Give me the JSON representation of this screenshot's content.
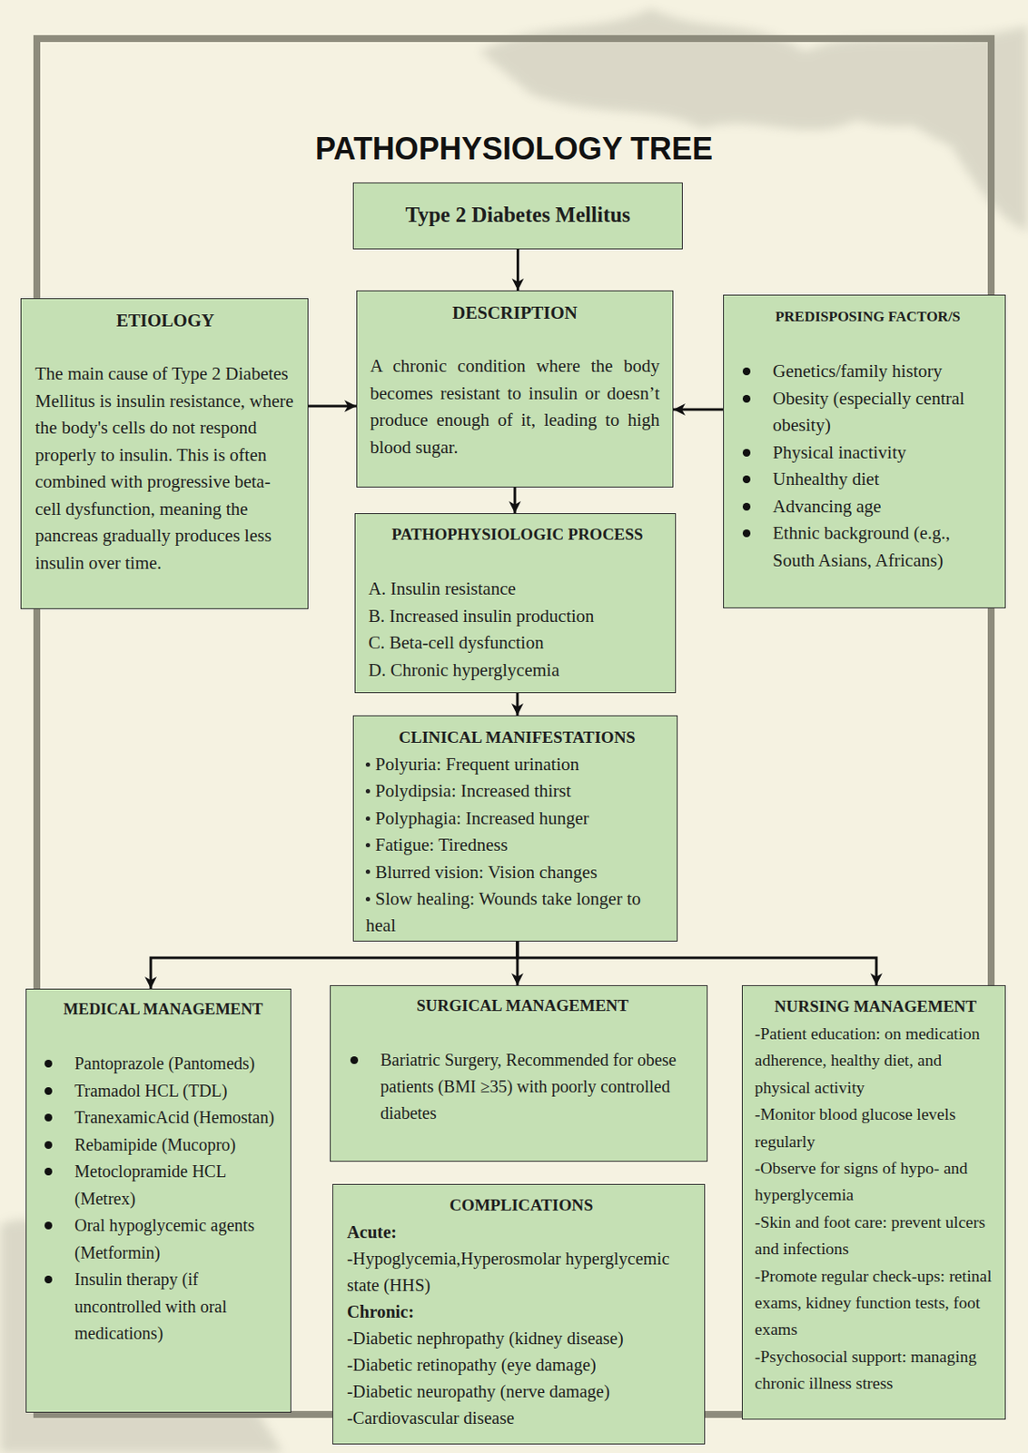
{
  "diagram": {
    "title": "PATHOPHYSIOLOGY TREE",
    "nodes": [
      {
        "text": [
          "Type 2 Diabetes Mellitus"
        ]
      },
      {
        "text": [
          "ETIOLOGY",
          "The main cause of Type 2 Diabetes Mellitus is insulin resistance, where the body's cells do not respond properly to insulin. This is often combined with progressive beta-cell dysfunction, meaning the pancreas gradually produces less insulin over time."
        ]
      },
      {
        "text": [
          "DESCRIPTION",
          "A chronic condition where the body becomes resistant to insulin or doesn’t produce enough of it, leading to high blood sugar."
        ]
      },
      {
        "text": [
          "PREDISPOSING FACTOR/S",
          "Genetics/family history",
          "Obesity (especially central obesity)",
          "Physical inactivity",
          "Unhealthy diet",
          "Advancing age",
          "Ethnic background (e.g., South Asians, Africans)"
        ]
      },
      {
        "text": [
          "PATHOPHYSIOLOGIC PROCESS",
          "A. Insulin resistance",
          "B. Increased insulin production",
          "C. Beta-cell dysfunction",
          "D. Chronic hyperglycemia"
        ]
      },
      {
        "text": [
          "CLINICAL MANIFESTATIONS",
          "Polyuria: Frequent urination",
          "Polydipsia: Increased thirst",
          "Polyphagia: Increased hunger",
          "Fatigue: Tiredness",
          "Blurred vision: Vision changes",
          "Slow healing: Wounds take longer to heal"
        ]
      },
      {
        "text": [
          "MEDICAL MANAGEMENT",
          "Pantoprazole (Pantomeds)",
          "Tramadol HCL (TDL)",
          "TranexamicAcid (Hemostan)",
          "Rebamipide (Mucopro)",
          "Metoclopramide HCL (Metrex)",
          "Oral hypoglycemic agents (Metformin)",
          "Insulin therapy (if uncontrolled with oral medications)"
        ]
      },
      {
        "text": [
          "SURGICAL MANAGEMENT",
          "Bariatric Surgery, Recommended for obese patients (BMI ≥35) with poorly controlled diabetes"
        ]
      },
      {
        "text": [
          "NURSING MANAGEMENT",
          "-Patient education: on medication adherence, healthy diet, and physical activity",
          "-Monitor blood glucose levels regularly",
          "-Observe for signs of hypo- and hyperglycemia",
          "-Skin and foot care: prevent ulcers and infections",
          "-Promote regular check-ups: retinal exams, kidney function tests, foot exams",
          "-Psychosocial support: managing chronic illness stress"
        ]
      },
      {
        "text": [
          "COMPLICATIONS",
          "Acute:",
          "-Hypoglycemia,Hyperosmolar hyperglycemic state (HHS)",
          "Chronic:",
          "-Diabetic nephropathy (kidney disease)",
          "-Diabetic retinopathy (eye damage)",
          "-Diabetic neuropathy (nerve damage)",
          "-Cardiovascular disease"
        ]
      }
    ],
    "edges": [
      {
        "from": 0,
        "to": 2,
        "arrow": "to"
      },
      {
        "from": 1,
        "to": 2,
        "arrow": "to"
      },
      {
        "from": 3,
        "to": 2,
        "arrow": "to"
      },
      {
        "from": 2,
        "to": 4,
        "arrow": "to"
      },
      {
        "from": 4,
        "to": 5,
        "arrow": "to"
      },
      {
        "from": 5,
        "to": 6,
        "arrow": "to"
      },
      {
        "from": 5,
        "to": 7,
        "arrow": "to"
      },
      {
        "from": 5,
        "to": 8,
        "arrow": "to"
      }
    ]
  }
}
